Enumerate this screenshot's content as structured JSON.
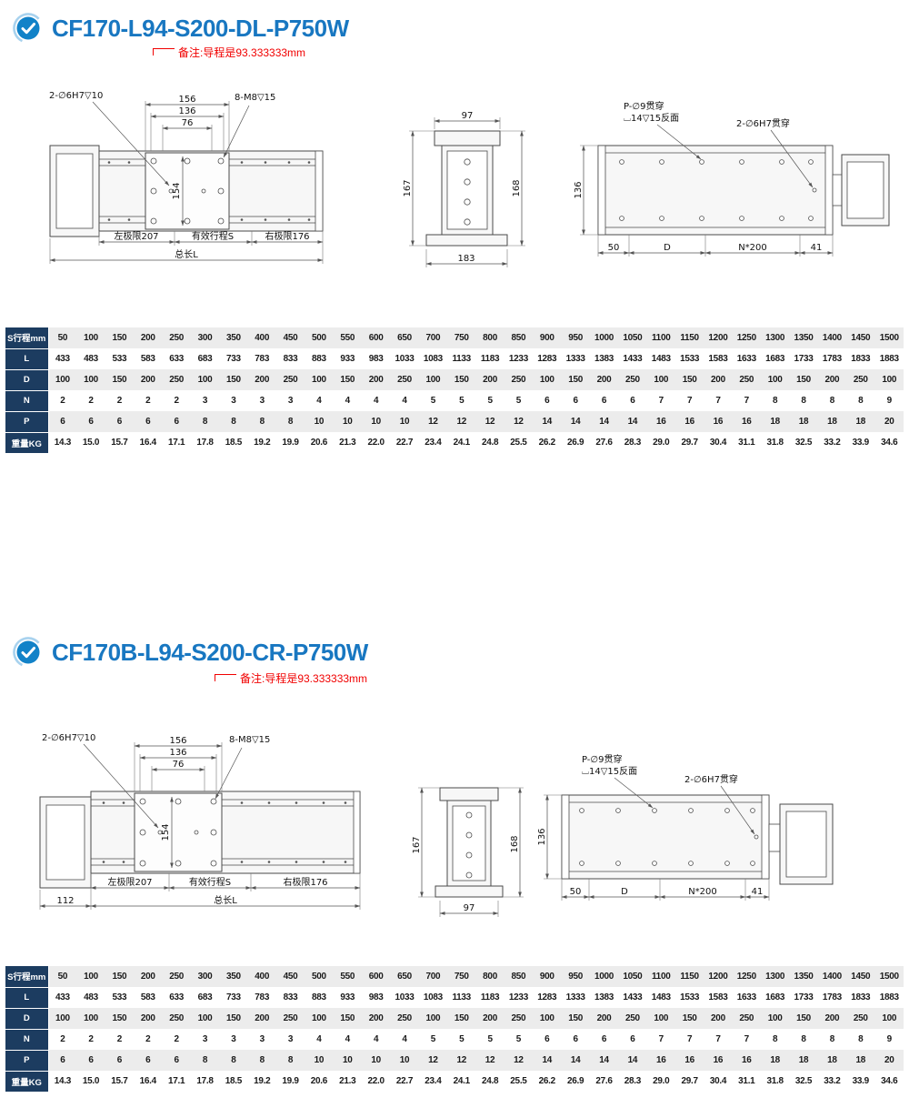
{
  "meta": {
    "accent_blue": "#1877c1",
    "note_red": "#f10000",
    "table_header_bg": "#1c3c60"
  },
  "sections": [
    {
      "title": "CF170-L94-S200-DL-P750W",
      "note": "备注:导程是93.333333mm",
      "front_view": {
        "hole_label": "2-∅6H7▽10",
        "screw_label": "8-M8▽15",
        "dim_top_outer": "156",
        "dim_top_mid": "136",
        "dim_top_inner": "76",
        "dim_carriage_width": "154",
        "left_limit": "左极限207",
        "effective_stroke": "有效行程S",
        "right_limit": "右极限176",
        "total_length": "总长L"
      },
      "side_view": {
        "dim_width_top": "97",
        "dim_height_left": "167",
        "dim_height_right": "168",
        "dim_width_bottom": "183"
      },
      "top_view": {
        "through_hole_label": "P-∅9贯穿",
        "counterbore_label": "⌴14▽15反面",
        "pin_hole_label": "2-∅6H7贯穿",
        "dim_height_left": "136",
        "dim_seg_1": "50",
        "dim_seg_2": "D",
        "dim_seg_3": "N*200",
        "dim_seg_4": "41"
      }
    },
    {
      "title": "CF170B-L94-S200-CR-P750W",
      "note": "备注:导程是93.333333mm",
      "front_view": {
        "hole_label": "2-∅6H7▽10",
        "screw_label": "8-M8▽15",
        "dim_top_outer": "156",
        "dim_top_mid": "136",
        "dim_top_inner": "76",
        "dim_carriage_width": "154",
        "motor_overhang": "112",
        "left_limit": "左极限207",
        "effective_stroke": "有效行程S",
        "right_limit": "右极限176",
        "total_length": "总长L"
      },
      "side_view": {
        "dim_height_left": "167",
        "dim_height_right": "168",
        "dim_width_bottom": "97"
      },
      "top_view": {
        "through_hole_label": "P-∅9贯穿",
        "counterbore_label": "⌴14▽15反面",
        "pin_hole_label": "2-∅6H7贯穿",
        "dim_height_left": "136",
        "dim_seg_1": "50",
        "dim_seg_2": "D",
        "dim_seg_3": "N*200",
        "dim_seg_4": "41"
      }
    }
  ],
  "table": {
    "rows": [
      {
        "label": "S行程mm",
        "values": [
          "50",
          "100",
          "150",
          "200",
          "250",
          "300",
          "350",
          "400",
          "450",
          "500",
          "550",
          "600",
          "650",
          "700",
          "750",
          "800",
          "850",
          "900",
          "950",
          "1000",
          "1050",
          "1100",
          "1150",
          "1200",
          "1250",
          "1300",
          "1350",
          "1400",
          "1450",
          "1500"
        ]
      },
      {
        "label": "L",
        "values": [
          "433",
          "483",
          "533",
          "583",
          "633",
          "683",
          "733",
          "783",
          "833",
          "883",
          "933",
          "983",
          "1033",
          "1083",
          "1133",
          "1183",
          "1233",
          "1283",
          "1333",
          "1383",
          "1433",
          "1483",
          "1533",
          "1583",
          "1633",
          "1683",
          "1733",
          "1783",
          "1833",
          "1883"
        ]
      },
      {
        "label": "D",
        "values": [
          "100",
          "100",
          "150",
          "200",
          "250",
          "100",
          "150",
          "200",
          "250",
          "100",
          "150",
          "200",
          "250",
          "100",
          "150",
          "200",
          "250",
          "100",
          "150",
          "200",
          "250",
          "100",
          "150",
          "200",
          "250",
          "100",
          "150",
          "200",
          "250",
          "100"
        ]
      },
      {
        "label": "N",
        "values": [
          "2",
          "2",
          "2",
          "2",
          "2",
          "3",
          "3",
          "3",
          "3",
          "4",
          "4",
          "4",
          "4",
          "5",
          "5",
          "5",
          "5",
          "6",
          "6",
          "6",
          "6",
          "7",
          "7",
          "7",
          "7",
          "8",
          "8",
          "8",
          "8",
          "9"
        ]
      },
      {
        "label": "P",
        "values": [
          "6",
          "6",
          "6",
          "6",
          "6",
          "8",
          "8",
          "8",
          "8",
          "10",
          "10",
          "10",
          "10",
          "12",
          "12",
          "12",
          "12",
          "14",
          "14",
          "14",
          "14",
          "16",
          "16",
          "16",
          "16",
          "18",
          "18",
          "18",
          "18",
          "20"
        ]
      },
      {
        "label": "重量KG",
        "values": [
          "14.3",
          "15.0",
          "15.7",
          "16.4",
          "17.1",
          "17.8",
          "18.5",
          "19.2",
          "19.9",
          "20.6",
          "21.3",
          "22.0",
          "22.7",
          "23.4",
          "24.1",
          "24.8",
          "25.5",
          "26.2",
          "26.9",
          "27.6",
          "28.3",
          "29.0",
          "29.7",
          "30.4",
          "31.1",
          "31.8",
          "32.5",
          "33.2",
          "33.9",
          "34.6"
        ]
      }
    ]
  }
}
